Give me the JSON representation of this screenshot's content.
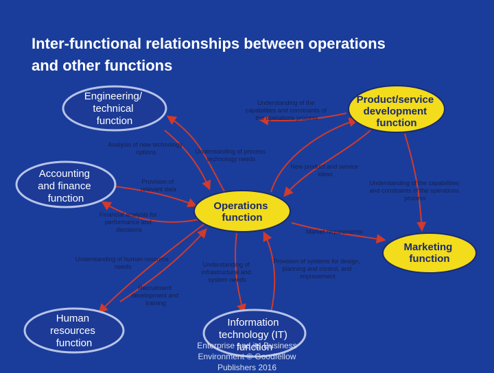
{
  "slide": {
    "title_line1": "Inter-functional relationships between operations",
    "title_line2": "and other functions",
    "footer": "Enterprise and its Business Environment © Goodfellow Publishers 2016"
  },
  "nodes": {
    "engineering": [
      "Engineering/",
      "technical",
      "function"
    ],
    "product": [
      "Product/service",
      "development",
      "function"
    ],
    "accounting": [
      "Accounting",
      "and finance",
      "function"
    ],
    "operations": [
      "Operations",
      "function"
    ],
    "marketing": [
      "Marketing",
      "function"
    ],
    "hr": [
      "Human",
      "resources",
      "function"
    ],
    "it": [
      "Information",
      "technology (IT)",
      "function"
    ]
  },
  "labels": {
    "capabilities_ops": [
      "Understanding of the",
      "capabilities and constraints of",
      "the operations process"
    ],
    "analysis_tech": [
      "Analysis of new technology",
      "options"
    ],
    "process_tech": [
      "Understanding of process",
      "technology needs"
    ],
    "new_products": [
      "New product and service",
      "ideas"
    ],
    "capabilities_ops2": [
      "Understanding of the capabilities",
      "and constraints of the operations",
      "process"
    ],
    "relevant_data": [
      "Provision of",
      "relevant data"
    ],
    "financial_analysis": [
      "Financial analysis for",
      "performance and",
      "decisions"
    ],
    "market_req": [
      "Market requirements"
    ],
    "hr_needs": [
      "Understanding of human resource",
      "needs"
    ],
    "infra_needs": [
      "Understanding of",
      "infrastructural and",
      "system needs"
    ],
    "systems_design": [
      "Provision of systems for design,",
      "planning and control, and",
      "improvement"
    ],
    "recruitment": [
      "Recruitment",
      "development and",
      "training"
    ]
  }
}
